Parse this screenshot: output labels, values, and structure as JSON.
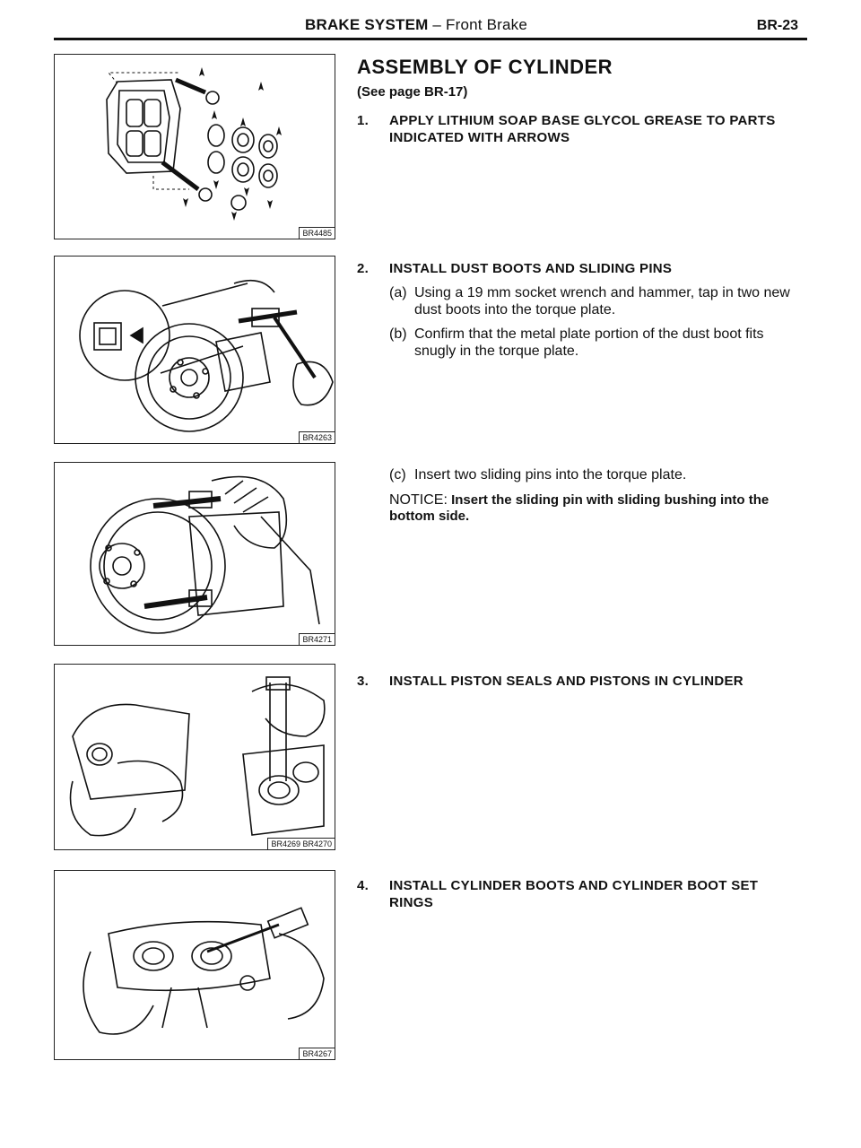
{
  "header": {
    "section": "BRAKE SYSTEM",
    "separator": " – ",
    "subsection": "Front Brake",
    "page_number": "BR-23"
  },
  "figures": {
    "fig1_label": "BR4485",
    "fig2_label": "BR4263",
    "fig3_label": "BR4271",
    "fig4_label": "BR4269 BR4270",
    "fig5_label": "BR4267"
  },
  "content": {
    "title": "ASSEMBLY OF CYLINDER",
    "subtitle": "(See page BR-17)",
    "step1": {
      "number": "1.",
      "text": "APPLY LITHIUM SOAP BASE GLYCOL GREASE TO PARTS INDICATED WITH ARROWS"
    },
    "step2": {
      "number": "2.",
      "text": "INSTALL DUST BOOTS AND SLIDING PINS"
    },
    "step2a": {
      "letter": "(a)",
      "text": "Using a 19 mm socket wrench and hammer, tap in two new dust boots into the torque plate."
    },
    "step2b": {
      "letter": "(b)",
      "text": "Confirm that the metal plate portion of the dust boot fits snugly in the torque plate."
    },
    "step2c": {
      "letter": "(c)",
      "text": "Insert two sliding pins into the torque plate."
    },
    "notice": {
      "label": "NOTICE:",
      "text": "Insert the sliding pin with sliding bushing into the bottom side."
    },
    "step3": {
      "number": "3.",
      "text": "INSTALL PISTON SEALS AND PISTONS IN CYLINDER"
    },
    "step4": {
      "number": "4.",
      "text": "INSTALL CYLINDER BOOTS AND CYLINDER BOOT SET RINGS"
    }
  }
}
